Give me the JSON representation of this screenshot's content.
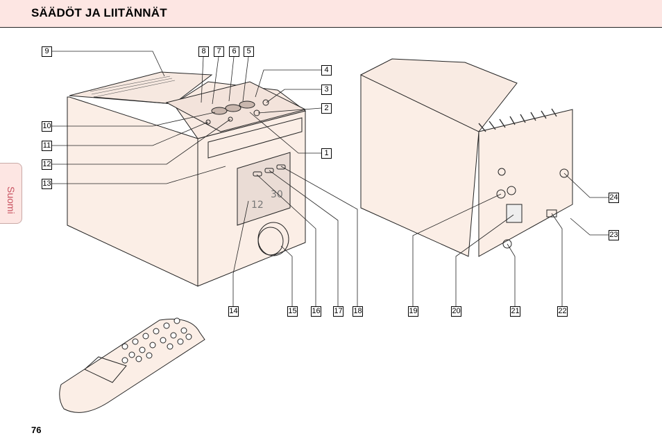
{
  "header": {
    "title": "SÄÄDÖT JA LIITÄNNÄT"
  },
  "side_tab": {
    "label": "Suomi"
  },
  "page_number": "76",
  "callouts": {
    "c1": "1",
    "c2": "2",
    "c3": "3",
    "c4": "4",
    "c5": "5",
    "c6": "6",
    "c7": "7",
    "c8": "8",
    "c9": "9",
    "c10": "10",
    "c11": "11",
    "c12": "12",
    "c13": "13",
    "c14": "14",
    "c15": "15",
    "c16": "16",
    "c17": "17",
    "c18": "18",
    "c19": "19",
    "c20": "20",
    "c21": "21",
    "c22": "22",
    "c23": "23",
    "c24": "24"
  },
  "colors": {
    "header_bg": "#fde6e3",
    "device_tint": "#fbeee6",
    "tab_text": "#c8515f"
  }
}
